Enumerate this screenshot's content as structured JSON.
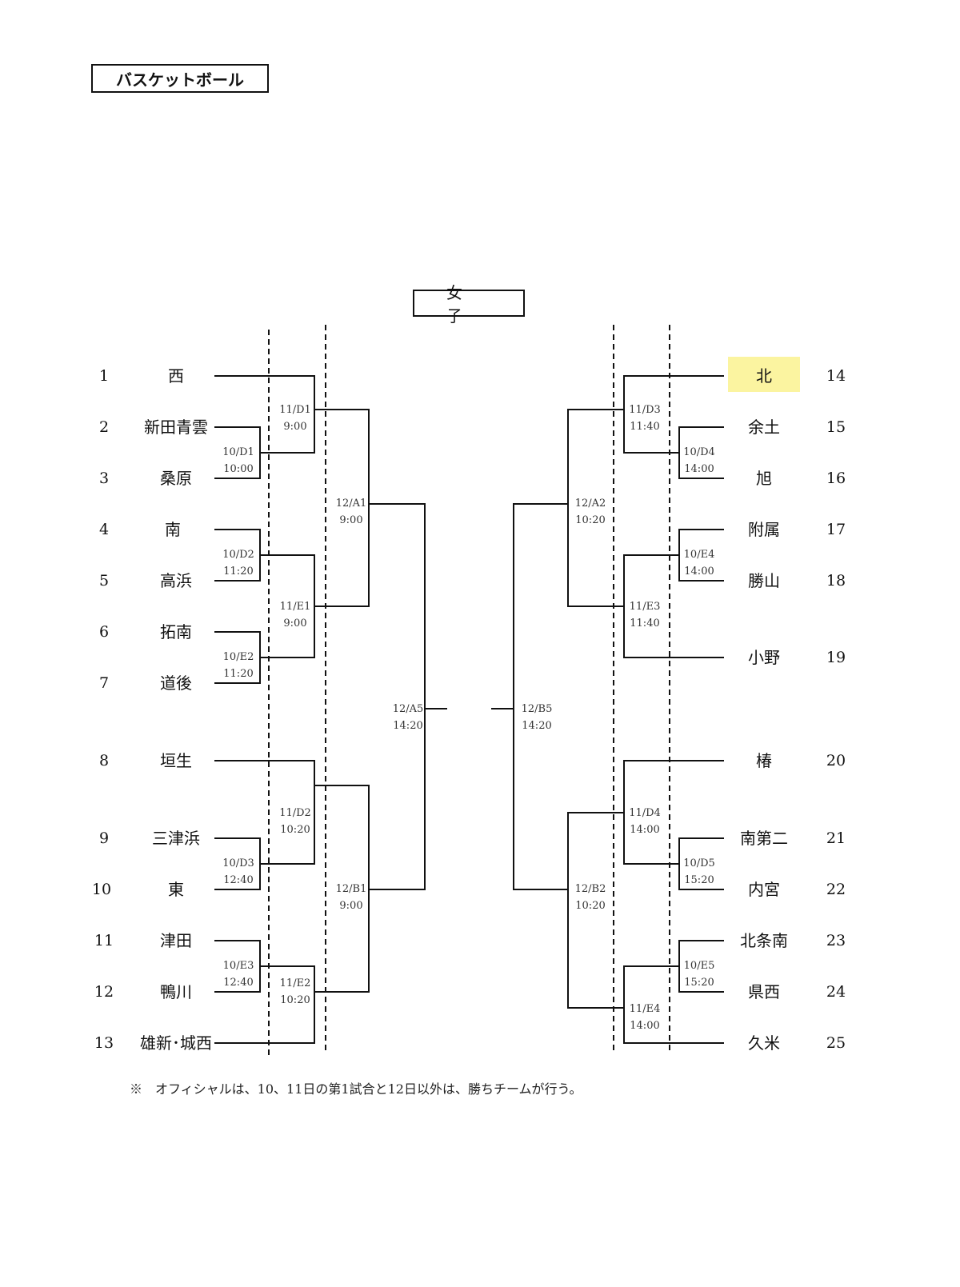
{
  "title": "バスケットボール",
  "category": "女子",
  "note": "※　オフィシャルは、10、11日の第1試合と12日以外は、勝ちチームが行う。",
  "left_teams": [
    {
      "num": "1",
      "name": "西"
    },
    {
      "num": "2",
      "name": "新田青雲"
    },
    {
      "num": "3",
      "name": "桑原"
    },
    {
      "num": "4",
      "name": "南"
    },
    {
      "num": "5",
      "name": "高浜"
    },
    {
      "num": "6",
      "name": "拓南"
    },
    {
      "num": "7",
      "name": "道後"
    },
    {
      "num": "8",
      "name": "垣生"
    },
    {
      "num": "9",
      "name": "三津浜"
    },
    {
      "num": "10",
      "name": "東"
    },
    {
      "num": "11",
      "name": "津田"
    },
    {
      "num": "12",
      "name": "鴨川"
    },
    {
      "num": "13",
      "name": "雄新･城西"
    }
  ],
  "right_teams": [
    {
      "num": "14",
      "name": "北"
    },
    {
      "num": "15",
      "name": "余土"
    },
    {
      "num": "16",
      "name": "旭"
    },
    {
      "num": "17",
      "name": "附属"
    },
    {
      "num": "18",
      "name": "勝山"
    },
    {
      "num": "19",
      "name": "小野"
    },
    {
      "num": "20",
      "name": "椿"
    },
    {
      "num": "21",
      "name": "南第二"
    },
    {
      "num": "22",
      "name": "内宮"
    },
    {
      "num": "23",
      "name": "北条南"
    },
    {
      "num": "24",
      "name": "県西"
    },
    {
      "num": "25",
      "name": "久米"
    }
  ],
  "matches": {
    "d1_11": {
      "code": "11/D1",
      "time": "9:00"
    },
    "d1_10": {
      "code": "10/D1",
      "time": "10:00"
    },
    "d2_10": {
      "code": "10/D2",
      "time": "11:20"
    },
    "e1_11": {
      "code": "11/E1",
      "time": "9:00"
    },
    "e2_10": {
      "code": "10/E2",
      "time": "11:20"
    },
    "a1_12": {
      "code": "12/A1",
      "time": "9:00"
    },
    "d2_11": {
      "code": "11/D2",
      "time": "10:20"
    },
    "d3_10": {
      "code": "10/D3",
      "time": "12:40"
    },
    "e3_10": {
      "code": "10/E3",
      "time": "12:40"
    },
    "e2_11": {
      "code": "11/E2",
      "time": "10:20"
    },
    "b1_12": {
      "code": "12/B1",
      "time": "9:00"
    },
    "a5_12": {
      "code": "12/A5",
      "time": "14:20"
    },
    "b5_12": {
      "code": "12/B5",
      "time": "14:20"
    },
    "d3_11": {
      "code": "11/D3",
      "time": "11:40"
    },
    "d4_10": {
      "code": "10/D4",
      "time": "14:00"
    },
    "a2_12": {
      "code": "12/A2",
      "time": "10:20"
    },
    "e4_10": {
      "code": "10/E4",
      "time": "14:00"
    },
    "e3_11": {
      "code": "11/E3",
      "time": "11:40"
    },
    "d4_11": {
      "code": "11/D4",
      "time": "14:00"
    },
    "d5_10": {
      "code": "10/D5",
      "time": "15:20"
    },
    "b2_12": {
      "code": "12/B2",
      "time": "10:20"
    },
    "e5_10": {
      "code": "10/E5",
      "time": "15:20"
    },
    "e4_11": {
      "code": "11/E4",
      "time": "14:00"
    }
  }
}
